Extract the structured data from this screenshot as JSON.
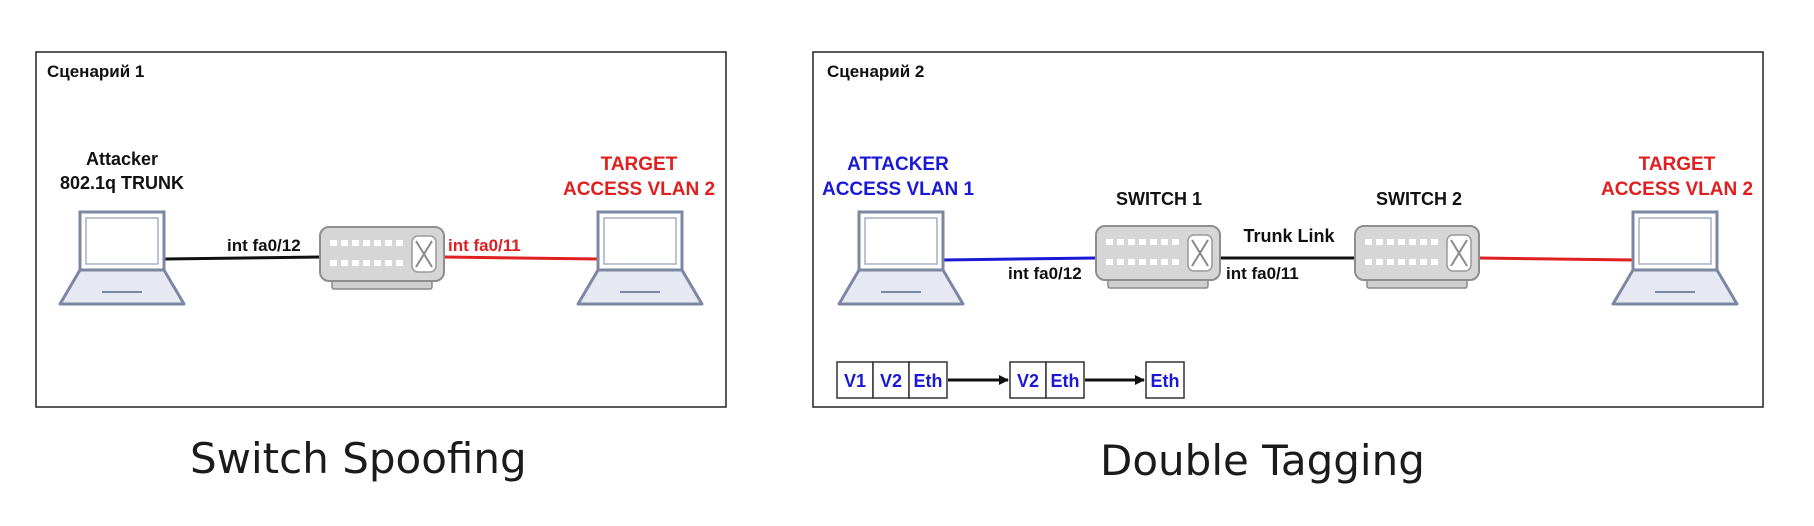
{
  "colors": {
    "attacker_blue": "#1a1ad6",
    "target_red": "#e02020",
    "link_black": "#111111",
    "frame_border": "#222222"
  },
  "scenario1": {
    "title": "Сценарий 1",
    "attacker_line1": "Attacker",
    "attacker_line2": "802.1q TRUNK",
    "target_line1": "TARGET",
    "target_line2": "ACCESS VLAN 2",
    "left_port": "int fa0/12",
    "right_port": "int fa0/11",
    "icons": [
      "laptop-icon",
      "switch-icon",
      "laptop-icon"
    ],
    "caption": "Switch Spoofing"
  },
  "scenario2": {
    "title": "Сценарий 2",
    "attacker_line1": "ATTACKER",
    "attacker_line2": "ACCESS VLAN 1",
    "switch1_label": "SWITCH 1",
    "switch2_label": "SWITCH 2",
    "trunk_label": "Trunk Link",
    "port_left": "int fa0/12",
    "port_right": "int fa0/11",
    "target_line1": "TARGET",
    "target_line2": "ACCESS VLAN 2",
    "icons": [
      "laptop-icon",
      "switch-icon",
      "switch-icon",
      "laptop-icon"
    ],
    "frames": [
      {
        "cells": [
          "V1",
          "V2",
          "Eth"
        ]
      },
      {
        "cells": [
          "V2",
          "Eth"
        ]
      },
      {
        "cells": [
          "Eth"
        ]
      }
    ],
    "caption": "Double Tagging"
  }
}
